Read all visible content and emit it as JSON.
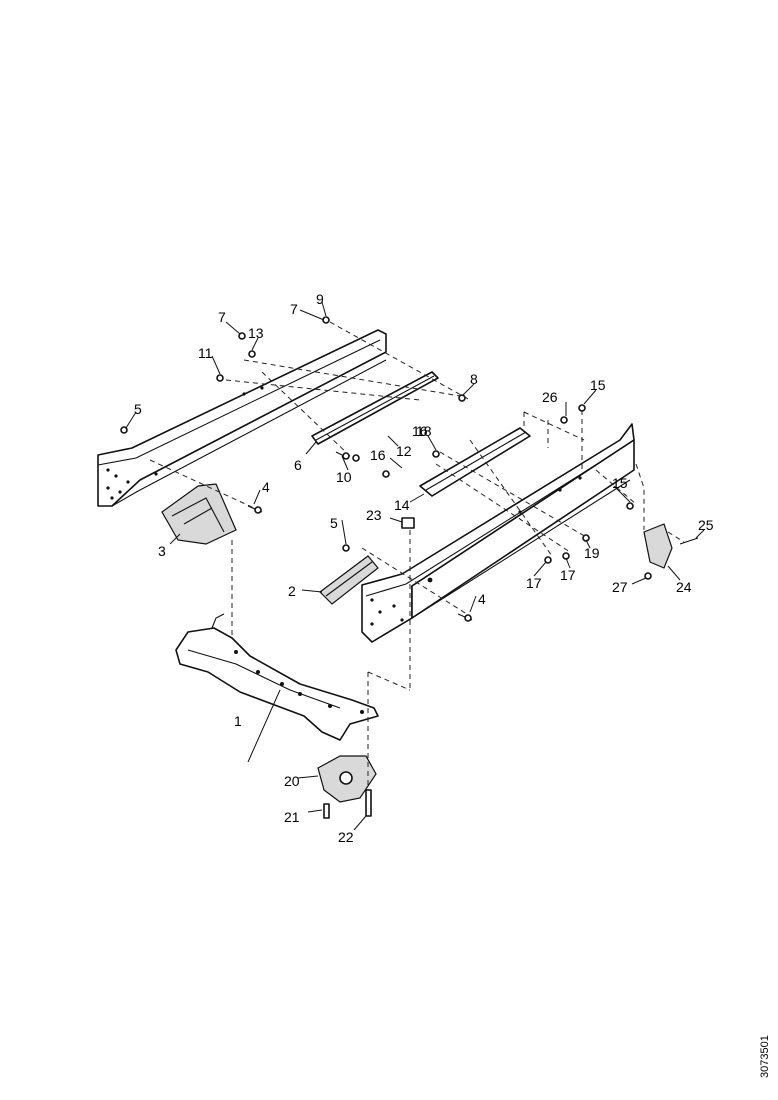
{
  "diagram": {
    "callouts": [
      "1",
      "2",
      "3",
      "4",
      "4",
      "5",
      "5",
      "6",
      "7",
      "7",
      "8",
      "9",
      "10",
      "11",
      "12",
      "13",
      "14",
      "15",
      "15",
      "16",
      "16",
      "17",
      "17",
      "18",
      "19",
      "20",
      "21",
      "22",
      "23",
      "24",
      "25",
      "26",
      "27"
    ],
    "document_ref": "3073501"
  }
}
